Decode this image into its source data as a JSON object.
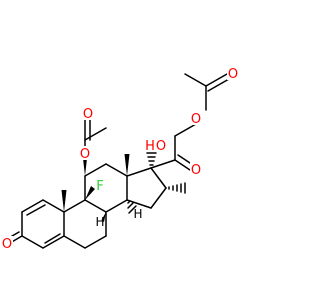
{
  "colors": {
    "bond": "#000000",
    "oxygen": "#ff0000",
    "fluorine": "#33cc33",
    "background": "#ffffff"
  },
  "labels": {
    "o_ketone3": "O",
    "o_ester11": "O",
    "o_acyl11": "O",
    "o_ester21": "O",
    "o_acyl21": "O",
    "o_ketone20": "O",
    "o_hydroxy": "O",
    "h_hydroxy": "H",
    "fluorine": "F",
    "h_stereo_8": "H",
    "h_stereo_14": "H"
  }
}
